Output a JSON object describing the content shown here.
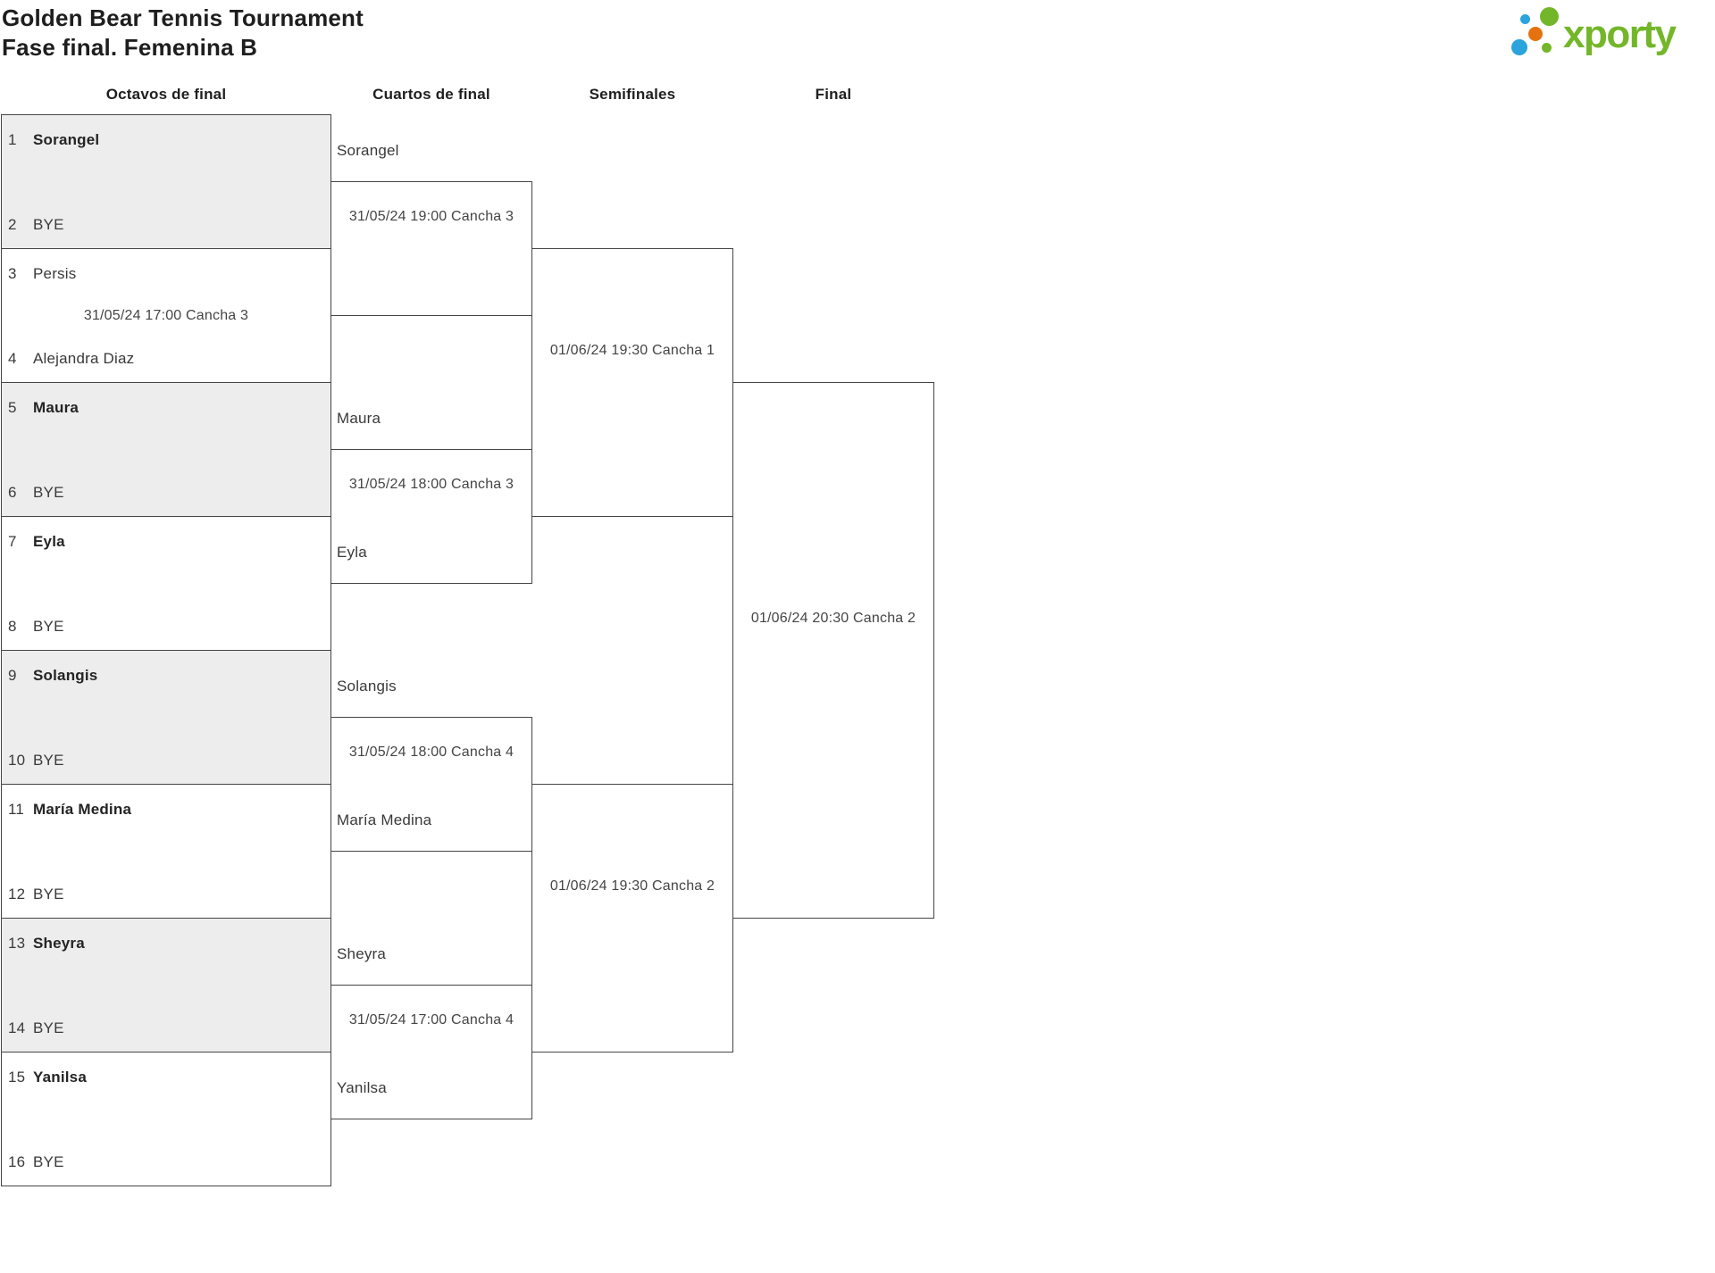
{
  "header": {
    "title_line1": "Golden Bear Tennis Tournament",
    "title_line2": "Fase final. Femenina B"
  },
  "logo": {
    "wordmark": "xporty",
    "colors": {
      "green": "#74b62a",
      "blue": "#2ba3dc",
      "orange": "#e5720f"
    }
  },
  "columns": [
    {
      "label": "Octavos de final"
    },
    {
      "label": "Cuartos de final"
    },
    {
      "label": "Semifinales"
    },
    {
      "label": "Final"
    }
  ],
  "rounds": {
    "r16": [
      {
        "p1": {
          "seed": "1",
          "name": "Sorangel"
        },
        "p2": {
          "seed": "2",
          "name": "BYE"
        },
        "date": ""
      },
      {
        "p1": {
          "seed": "3",
          "name": "Persis"
        },
        "p2": {
          "seed": "4",
          "name": "Alejandra Diaz"
        },
        "date": "31/05/24 17:00 Cancha 3"
      },
      {
        "p1": {
          "seed": "5",
          "name": "Maura"
        },
        "p2": {
          "seed": "6",
          "name": "BYE"
        },
        "date": ""
      },
      {
        "p1": {
          "seed": "7",
          "name": "Eyla"
        },
        "p2": {
          "seed": "8",
          "name": "BYE"
        },
        "date": ""
      },
      {
        "p1": {
          "seed": "9",
          "name": "Solangis"
        },
        "p2": {
          "seed": "10",
          "name": "BYE"
        },
        "date": ""
      },
      {
        "p1": {
          "seed": "11",
          "name": "María Medina"
        },
        "p2": {
          "seed": "12",
          "name": "BYE"
        },
        "date": ""
      },
      {
        "p1": {
          "seed": "13",
          "name": "Sheyra"
        },
        "p2": {
          "seed": "14",
          "name": "BYE"
        },
        "date": ""
      },
      {
        "p1": {
          "seed": "15",
          "name": "Yanilsa"
        },
        "p2": {
          "seed": "16",
          "name": "BYE"
        },
        "date": ""
      }
    ],
    "quarterfinals": [
      {
        "p1": "Sorangel",
        "p2": "",
        "date": "31/05/24 19:00 Cancha 3"
      },
      {
        "p1": "Maura",
        "p2": "Eyla",
        "date": "31/05/24 18:00 Cancha 3"
      },
      {
        "p1": "Solangis",
        "p2": "María Medina",
        "date": "31/05/24 18:00 Cancha 4"
      },
      {
        "p1": "Sheyra",
        "p2": "Yanilsa",
        "date": "31/05/24 17:00 Cancha 4"
      }
    ],
    "semifinals": [
      {
        "date": "01/06/24 19:30 Cancha 1"
      },
      {
        "date": "01/06/24 19:30 Cancha 2"
      }
    ],
    "final": {
      "date": "01/06/24 20:30 Cancha 2"
    }
  }
}
